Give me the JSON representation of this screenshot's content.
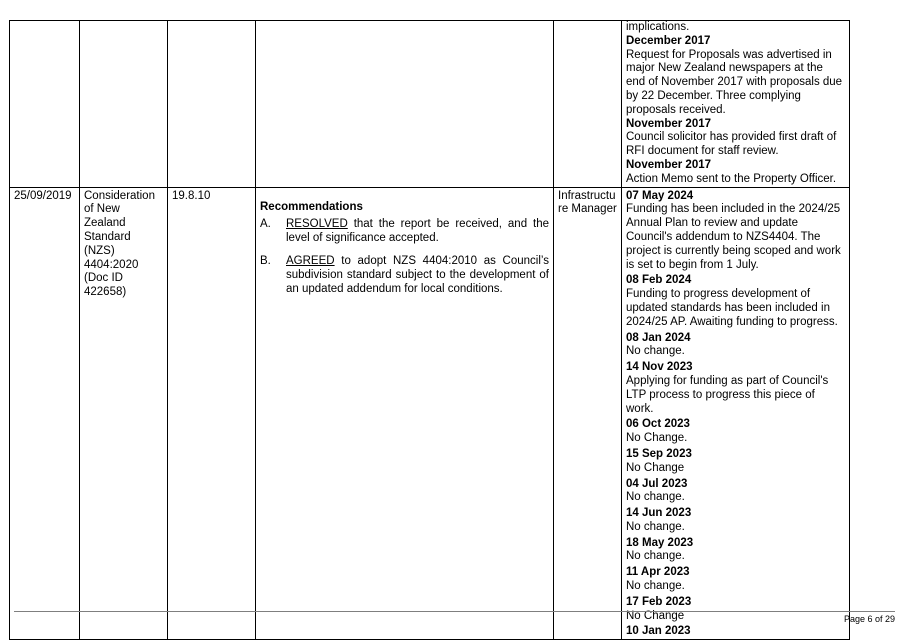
{
  "prev_row_updates": {
    "lead": "implications.",
    "entries": [
      {
        "date": "December 2017",
        "text": "Request for Proposals was advertised in major New Zealand newspapers at the end of November 2017 with proposals due by 22 December. Three complying proposals received."
      },
      {
        "date": "November 2017",
        "text": "Council solicitor has provided first draft of RFI document for staff review."
      },
      {
        "date": "November 2017",
        "text": "Action Memo sent to the Property Officer."
      }
    ]
  },
  "row": {
    "meeting_date": "25/09/2019",
    "subject": "Consideration of New Zealand Standard (NZS) 4404:2020 (Doc ID 422658)",
    "item": "19.8.10",
    "recommendations_heading": "Recommendations",
    "rec_a_letter": "A.",
    "rec_a_keyword": "RESOLVED",
    "rec_a_text": " that the report be received, and the level of significance accepted.",
    "rec_b_letter": "B.",
    "rec_b_keyword": "AGREED",
    "rec_b_text": " to adopt NZS 4404:2010 as Council’s subdivision standard subject to the development of an updated addendum for local conditions.",
    "officer": "Infrastructu re Manager",
    "updates": [
      {
        "date": "07 May 2024",
        "text": "Funding has been included in the 2024/25 Annual Plan to review and update Council's addendum to NZS4404. The project is currently being scoped and work is set to begin from 1 July."
      },
      {
        "date": "08 Feb 2024",
        "text": "Funding to progress development of updated standards has been included in 2024/25 AP. Awaiting funding to progress."
      },
      {
        "date": "08 Jan 2024",
        "text": "No change."
      },
      {
        "date": "14 Nov 2023",
        "text": "Applying for funding as part of Council's LTP process to progress this piece of work."
      },
      {
        "date": "06 Oct 2023",
        "text": "No Change."
      },
      {
        "date": "15 Sep 2023",
        "text": "No Change"
      },
      {
        "date": "04 Jul 2023",
        "text": "No change."
      },
      {
        "date": "14 Jun 2023",
        "text": "No change."
      },
      {
        "date": "18 May 2023",
        "text": "No change."
      },
      {
        "date": "11 Apr 2023",
        "text": "No change."
      },
      {
        "date": "17 Feb 2023",
        "text": "No Change"
      },
      {
        "date": "10 Jan 2023",
        "text": ""
      }
    ]
  },
  "footer": {
    "page": "Page 6 of 29"
  }
}
